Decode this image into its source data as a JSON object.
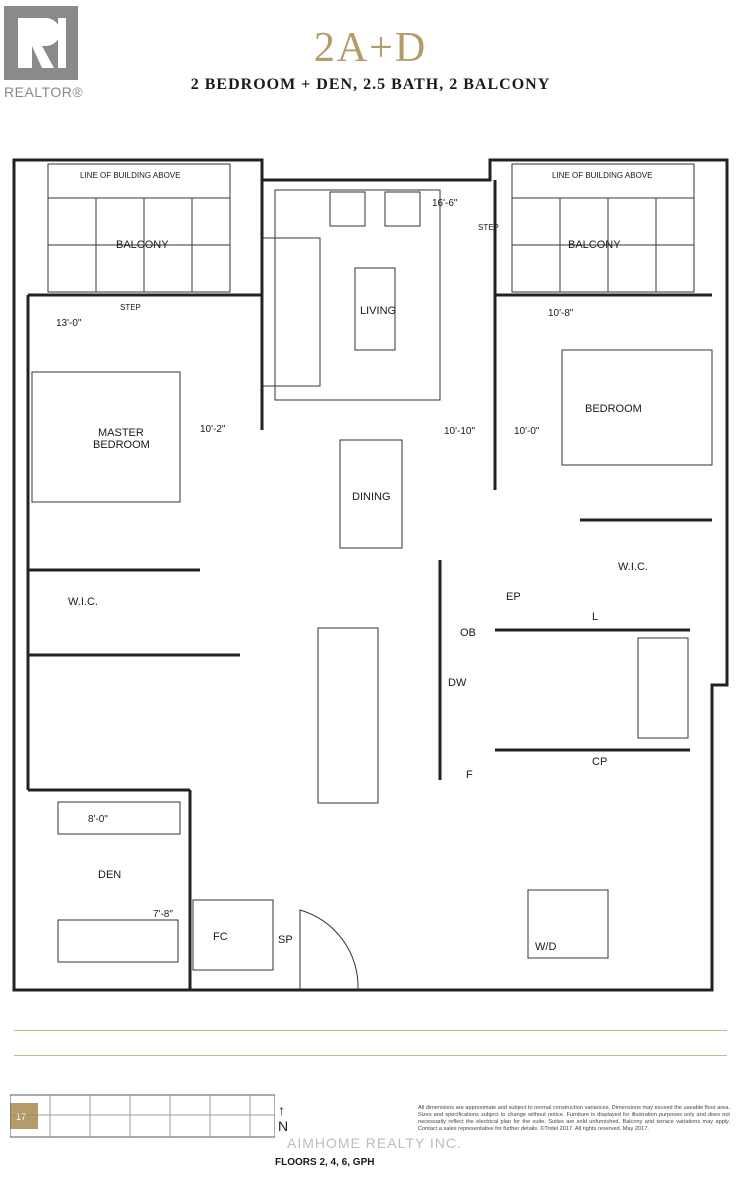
{
  "logo": {
    "name": "realtor-logo",
    "text": "REALTOR®"
  },
  "header": {
    "title": "2A+D",
    "subtitle": "2 BEDROOM + DEN, 2.5 BATH, 2 BALCONY"
  },
  "rooms": {
    "balcony_left": "BALCONY",
    "balcony_right": "BALCONY",
    "line_above_left": "LINE OF BUILDING ABOVE",
    "line_above_right": "LINE OF BUILDING ABOVE",
    "living": "LIVING",
    "master_line1": "MASTER",
    "master_line2": "BEDROOM",
    "bedroom": "BEDROOM",
    "dining": "DINING",
    "wic_left": "W.I.C.",
    "wic_right": "W.I.C.",
    "den": "DEN",
    "fc": "FC",
    "sp": "SP",
    "wd": "W/D",
    "ob": "OB",
    "dw": "DW",
    "ep": "EP",
    "f": "F",
    "cp": "CP",
    "l": "L",
    "step_left": "STEP",
    "step_right": "STEP"
  },
  "dimensions": {
    "living_width": "16'-6\"",
    "master_width": "13'-0\"",
    "master_depth": "10'-2\"",
    "bedroom_width": "10'-8\"",
    "bedroom_depth": "10'-0\"",
    "dining_depth": "10'-10\"",
    "den_width": "8'-0\"",
    "den_depth": "7'-8\""
  },
  "footer": {
    "floors": "FLOORS 2, 4, 6, GPH",
    "north": "N",
    "unit_tag": "17",
    "watermark": "AIMHOME REALTY INC.",
    "disclaimer": "All dimensions are approximate and subject to normal construction variances. Dimensions may exceed the useable floor area. Sizes and specifications subject to change without notice. Furniture is displayed for illustration purposes only and does not necessarily reflect the electrical plan for the suite. Suites are sold unfurnished. Balcony and terrace variations may apply. Contact a sales representative for further details. ©Tridel 2017. All rights reserved. May 2017."
  },
  "colors": {
    "accent": "#b59a6a",
    "line": "#222222",
    "logo": "#8a8a8a"
  }
}
